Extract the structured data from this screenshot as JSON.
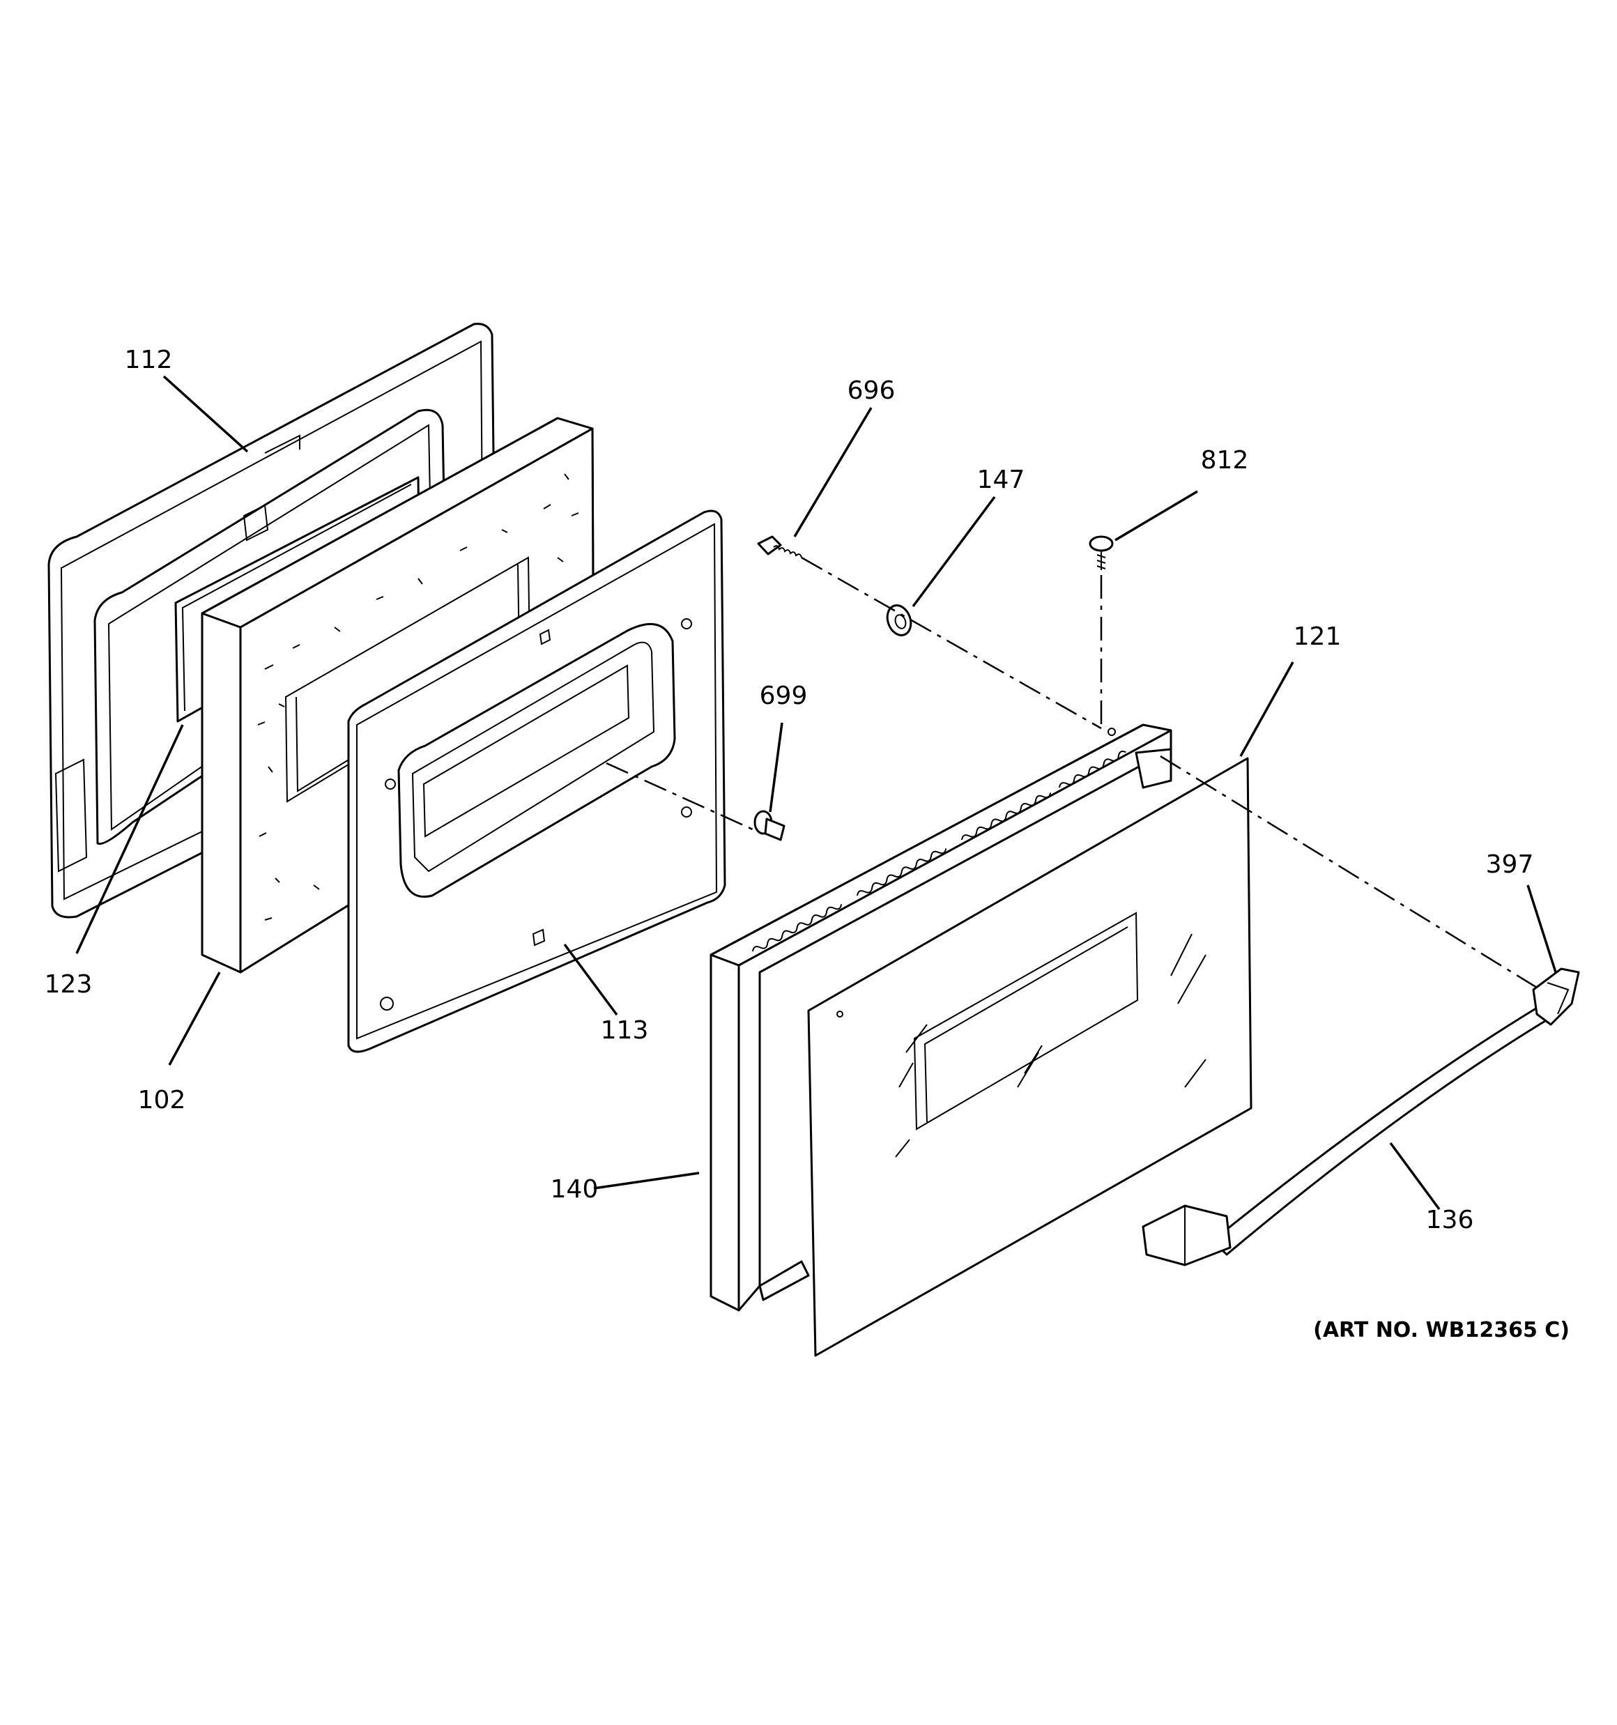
{
  "diagram": {
    "callouts": [
      "112",
      "696",
      "147",
      "812",
      "121",
      "699",
      "397",
      "123",
      "102",
      "113",
      "140",
      "136"
    ],
    "art_number": "(ART NO. WB12365 C)"
  }
}
